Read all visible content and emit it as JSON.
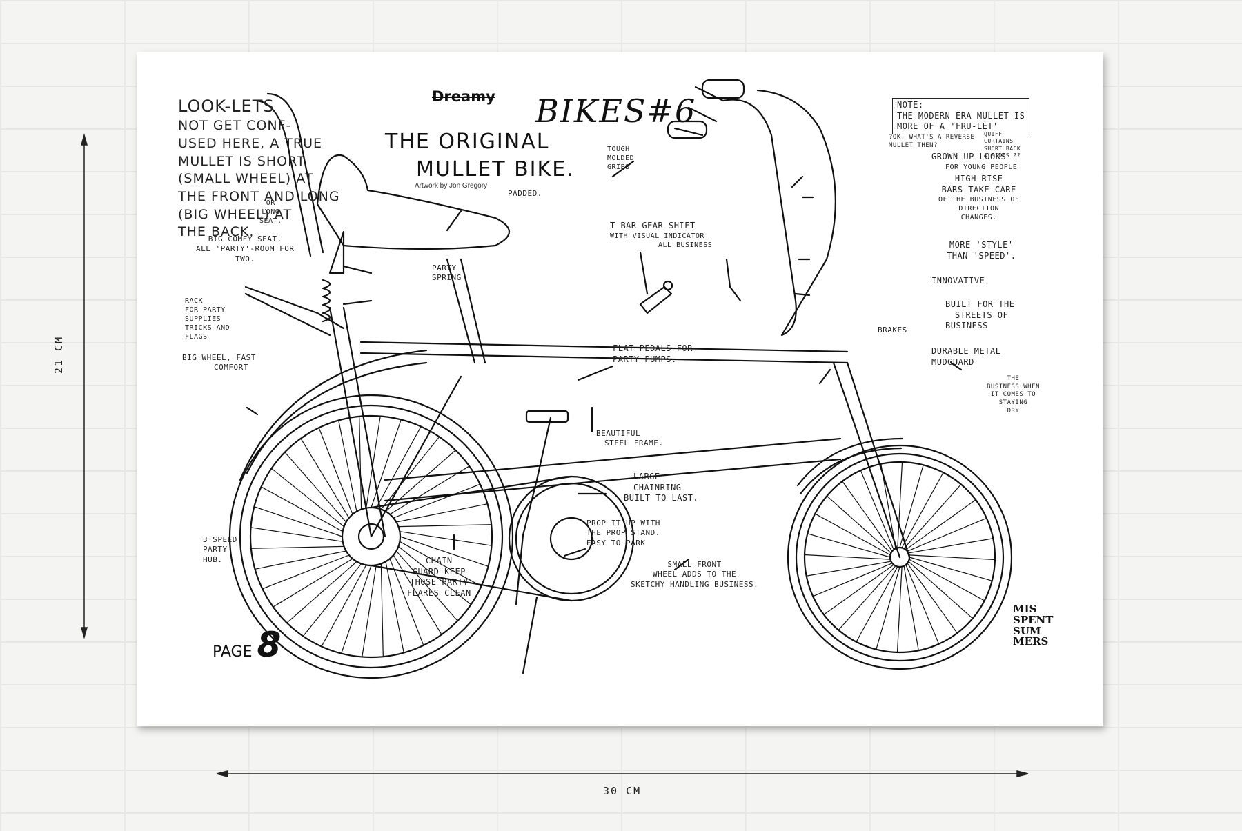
{
  "title": {
    "strike": "Dreamy",
    "series": "BIKES#6",
    "line1": "THE ORIGINAL",
    "line2": "MULLET BIKE.",
    "credit": "Artwork by Jon Gregory"
  },
  "intro": [
    "LOOK-LETS",
    "NOT GET CONF-",
    "USED HERE, A TRUE",
    "MULLET IS SHORT",
    "(SMALL WHEEL) AT",
    "THE FRONT AND LONG",
    "(BIG WHEEL) AT",
    "THE BACK."
  ],
  "note_box": [
    "NOTE:",
    "THE MODERN ERA MULLET IS",
    "MORE OF A 'FRU-LÉT'"
  ],
  "reverse": [
    "?OK, WHAT'S A REVERSE",
    "MULLET THEN?",
    "QUIFF",
    "CURTAINS",
    "SHORT BACK",
    "& SIDES ??"
  ],
  "labels": {
    "or_long_seat": [
      "OR",
      "LONG",
      "SEAT."
    ],
    "comfy_seat": [
      "BIG COMFY SEAT.",
      "ALL 'PARTY'-ROOM FOR",
      "TWO."
    ],
    "padded": [
      "PADDED."
    ],
    "party_spring": [
      "PARTY",
      "SPRING"
    ],
    "rack": [
      "RACK",
      "FOR PARTY",
      "SUPPLIES",
      "TRICKS AND",
      "FLAGS"
    ],
    "big_wheel": [
      "BIG WHEEL, FAST",
      "COMFORT"
    ],
    "grips": [
      "TOUGH",
      "MOLDED",
      "GRIPS"
    ],
    "tbar": [
      "T-BAR GEAR SHIFT",
      "WITH VISUAL INDICATOR",
      "ALL BUSINESS"
    ],
    "grown_up": [
      "GROWN UP LOOKS",
      "FOR YOUNG PEOPLE"
    ],
    "high_rise": [
      "HIGH RISE",
      "BARS TAKE CARE",
      "OF THE BUSINESS OF",
      "DIRECTION",
      "CHANGES."
    ],
    "more_style": [
      "MORE 'STYLE'",
      "THAN 'SPEED'."
    ],
    "innovative": [
      "INNOVATIVE"
    ],
    "streets": [
      "BUILT FOR THE",
      "STREETS OF",
      "BUSINESS"
    ],
    "brakes": [
      "BRAKES"
    ],
    "mudguard": [
      "DURABLE METAL",
      "MUDGUARD"
    ],
    "business_dry": [
      "THE",
      "BUSINESS WHEN",
      "IT COMES TO",
      "STAYING",
      "DRY"
    ],
    "flat_pedals": [
      "FLAT PEDALS FOR",
      "PARTY PUMPS."
    ],
    "steel_frame": [
      "BEAUTIFUL",
      "STEEL FRAME."
    ],
    "chainring": [
      "LARGE",
      "CHAINRING",
      "BUILT TO LAST."
    ],
    "prop_stand": [
      "PROP IT UP WITH",
      "THE PROP STAND.",
      "EASY TO PARK"
    ],
    "front_wheel": [
      "SMALL FRONT",
      "WHEEL ADDS TO THE",
      "SKETCHY HANDLING BUSINESS."
    ],
    "chain_guard": [
      "CHAIN",
      "GUARD-KEEP",
      "THOSE PARTY",
      "FLARES CLEAN"
    ],
    "hub": [
      "3 SPEED",
      "PARTY",
      "HUB."
    ]
  },
  "page": {
    "label": "PAGE",
    "number": "8"
  },
  "logo": [
    "MIS",
    "SPENT",
    "SUM",
    "MERS"
  ],
  "dimensions": {
    "height": "21 CM",
    "width": "30 CM"
  }
}
